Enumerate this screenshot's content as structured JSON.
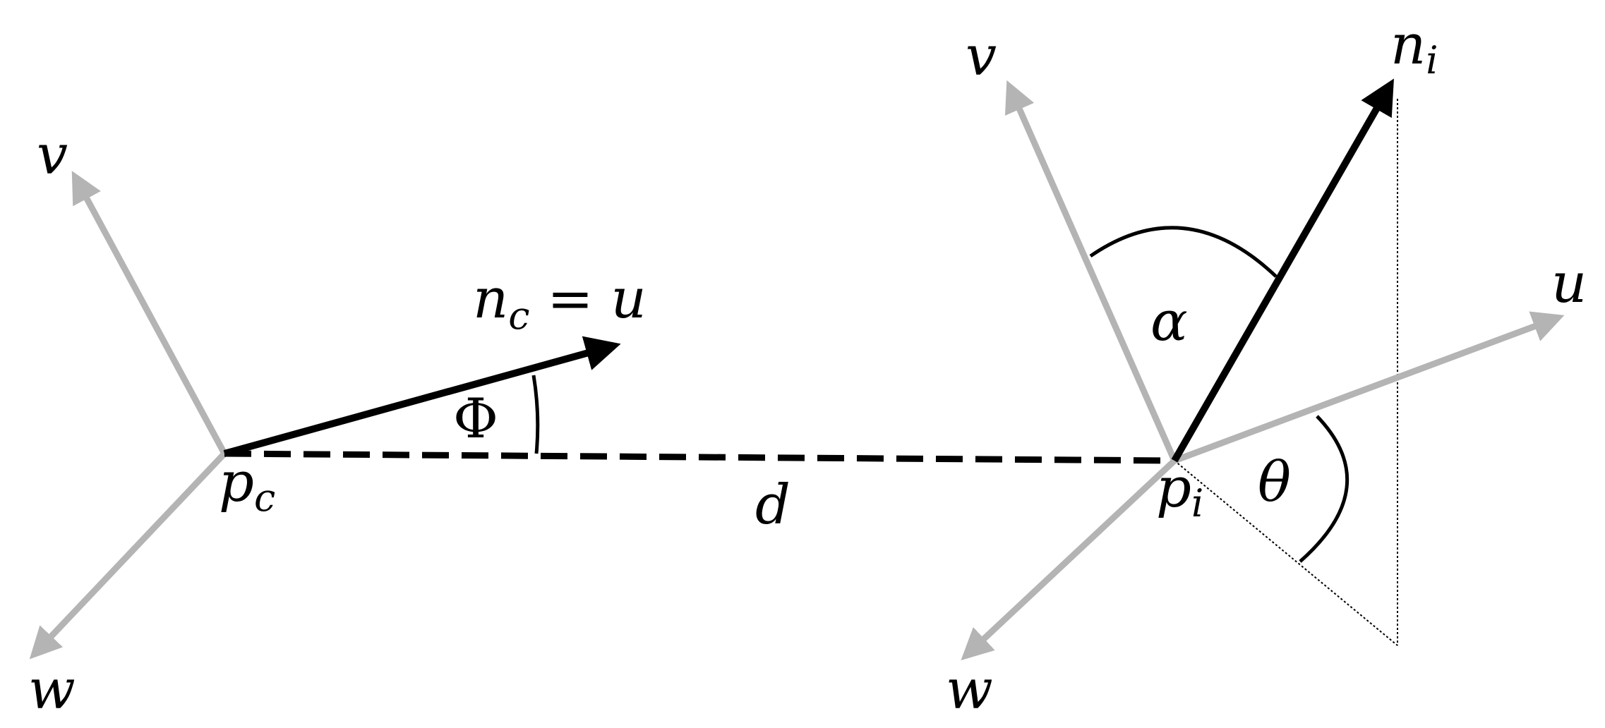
{
  "colors": {
    "axis": "#b4b4b4",
    "vector": "#000000",
    "background": "#ffffff"
  },
  "left_frame": {
    "point": "p",
    "point_sub": "c",
    "v_label": "v",
    "w_label": "w",
    "normal_label": "n",
    "normal_sub": "c",
    "equals": " = u",
    "angle_label": "Φ"
  },
  "distance_label": "d",
  "right_frame": {
    "point": "p",
    "point_sub": "i",
    "v_label": "v",
    "u_label": "u",
    "w_label": "w",
    "normal_label": "n",
    "normal_sub": "i",
    "alpha_label": "α",
    "theta_label": "θ"
  }
}
